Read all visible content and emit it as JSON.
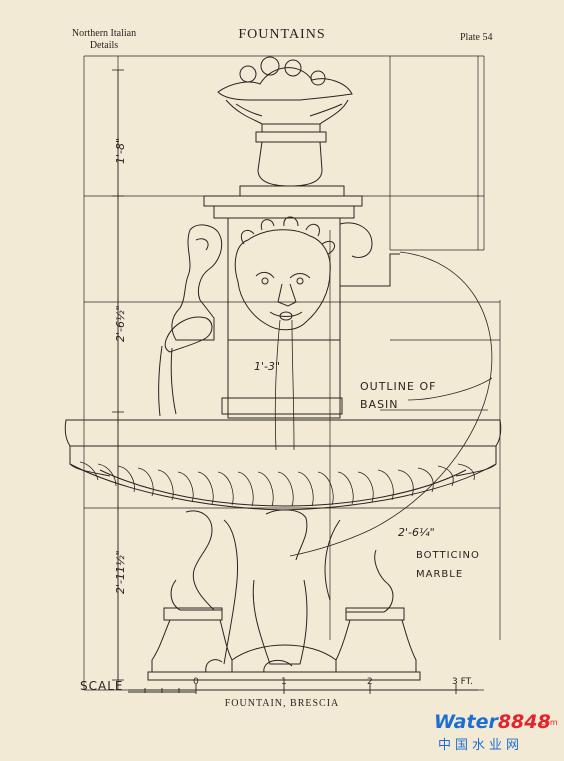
{
  "header": {
    "left_line1": "Northern Italian",
    "left_line2": "Details",
    "title": "FOUNTAINS",
    "plate": "Plate 54"
  },
  "annotations": {
    "dim_top": "1'-8\"",
    "dim_middle": "2'-6½\"",
    "dim_lower": "2'-11½\"",
    "dim_spout": "1'-3\"",
    "dim_basin": "2'-6¼\"",
    "outline_line1": "OUTLINE OF",
    "outline_line2": "BASIN",
    "material_line1": "BOTTICINO",
    "material_line2": "MARBLE"
  },
  "scale": {
    "label": "SCALE",
    "ticks": [
      "0",
      "1",
      "2",
      "3 FT."
    ]
  },
  "caption": "FOUNTAIN, BRESCIA",
  "watermark": {
    "word_part1": "Water",
    "word_part2": "8848",
    "dotcom": ".com",
    "chinese": "中国水业网"
  },
  "colors": {
    "paper": "#f3ead6",
    "ink": "#2a2420",
    "watermark_blue": "#1c6fd1",
    "watermark_red": "#e3242b"
  }
}
